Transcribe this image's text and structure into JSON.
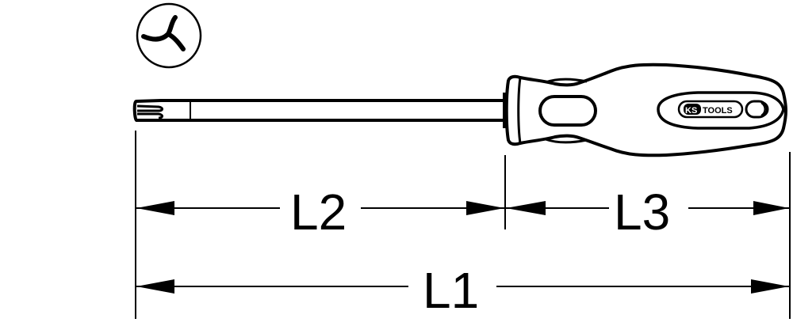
{
  "diagram": {
    "type": "technical-drawing",
    "subject": "screwdriver",
    "tip_symbol": {
      "icon": "tri-wing-icon"
    },
    "brand_logo": {
      "part1": "KS",
      "part2": "TOOLS"
    },
    "dimensions": {
      "l1": {
        "label": "L1"
      },
      "l2": {
        "label": "L2"
      },
      "l3": {
        "label": "L3"
      }
    },
    "colors": {
      "line": "#000000",
      "background": "#ffffff"
    }
  }
}
